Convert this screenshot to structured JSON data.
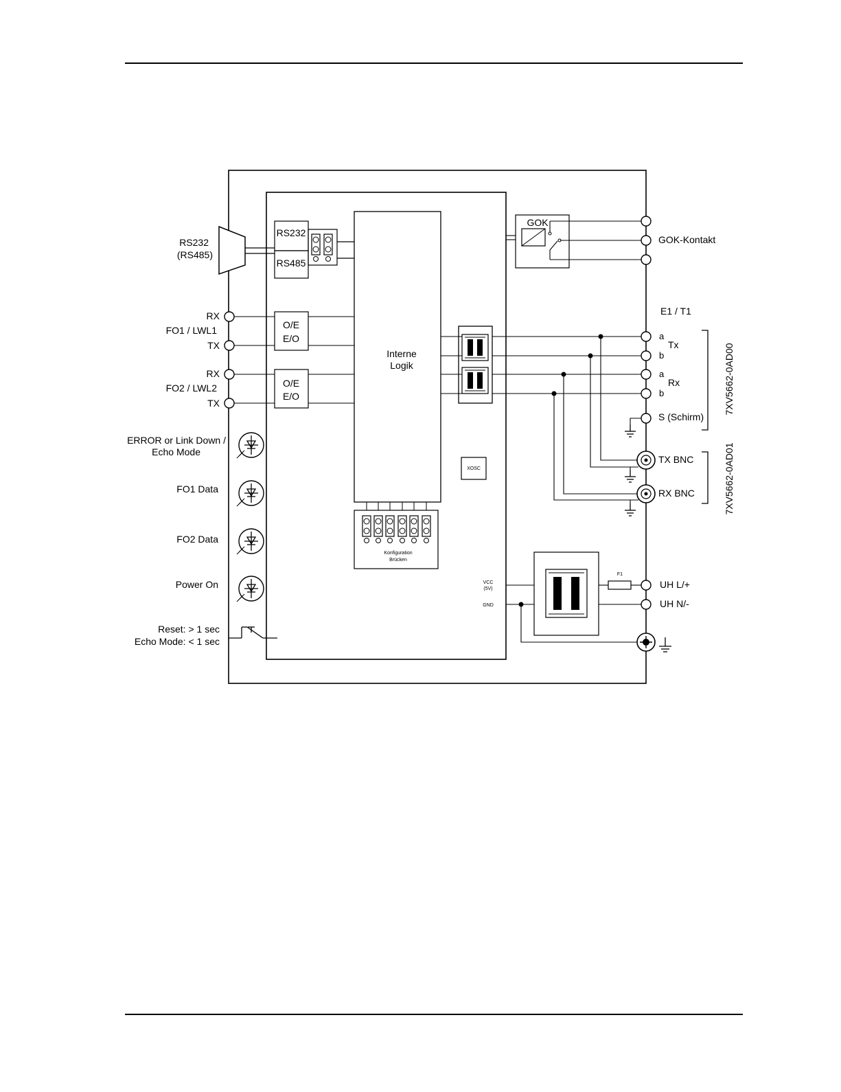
{
  "diagram": {
    "left_labels": {
      "rs232": "RS232",
      "rs485_paren": "(RS485)",
      "rx1": "RX",
      "fo1": "FO1 / LWL1",
      "tx1": "TX",
      "rx2": "RX",
      "fo2": "FO2 / LWL2",
      "tx2": "TX",
      "led1_line1": "ERROR or Link Down /",
      "led1_line2": "Echo Mode",
      "led2": "FO1 Data",
      "led3": "FO2 Data",
      "led4": "Power On",
      "reset_line1": "Reset: > 1 sec",
      "reset_line2": "Echo Mode: < 1 sec"
    },
    "inner": {
      "rs232_box": "RS232",
      "rs485_box": "RS485",
      "oe1_line1": "O/E",
      "oe1_line2": "E/O",
      "oe2_line1": "O/E",
      "oe2_line2": "E/O",
      "logic_line1": "Interne",
      "logic_line2": "Logik",
      "xosc": "XOSC",
      "config_line1": "Konfiguration",
      "config_line2": "Brücken",
      "gok": "GOK",
      "vcc_line1": "VCC",
      "vcc_line2": "(5V)",
      "gnd": "GND",
      "fuse": "F1"
    },
    "right_labels": {
      "gok_contact": "GOK-Kontakt",
      "e1t1": "E1 / T1",
      "a1": "a",
      "tx": "Tx",
      "b1": "b",
      "a2": "a",
      "rx": "Rx",
      "b2": "b",
      "shield": "S (Schirm)",
      "tx_bnc": "TX BNC",
      "rx_bnc": "RX BNC",
      "uh_l": "UH  L/+",
      "uh_n": "UH  N/-",
      "model_ad00": "7XV5662-0AD00",
      "model_ad01": "7XV5662-0AD01"
    }
  }
}
